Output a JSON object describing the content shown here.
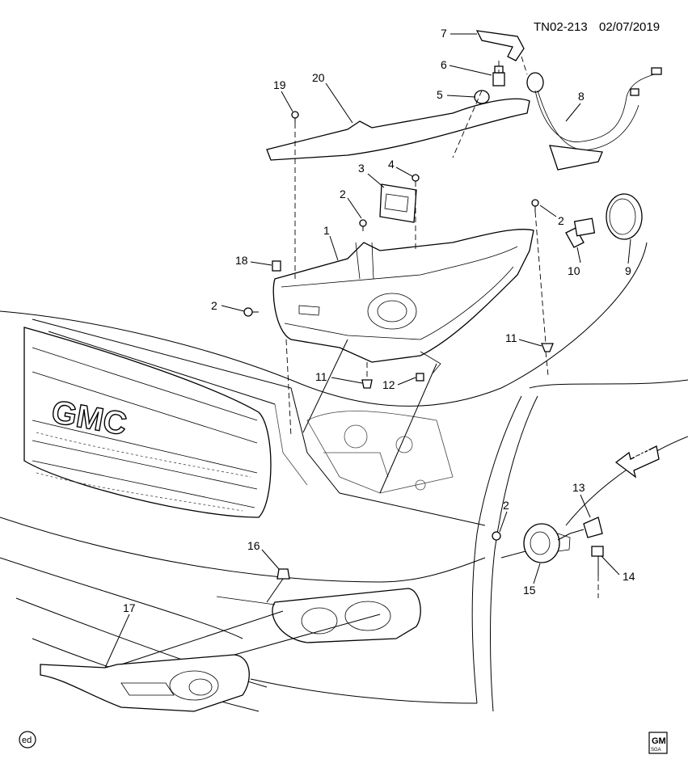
{
  "header": {
    "code": "TN02-213",
    "date": "02/07/2019"
  },
  "grille_badge": "GMC",
  "front_arrow": "FRT",
  "footer": {
    "left_mark": "ed",
    "logo_top": "GM",
    "logo_bottom": "SGA"
  },
  "callouts": [
    {
      "id": "c1",
      "label": "1"
    },
    {
      "id": "c2a",
      "label": "2"
    },
    {
      "id": "c2b",
      "label": "2"
    },
    {
      "id": "c2c",
      "label": "2"
    },
    {
      "id": "c2d",
      "label": "2"
    },
    {
      "id": "c3",
      "label": "3"
    },
    {
      "id": "c4",
      "label": "4"
    },
    {
      "id": "c5",
      "label": "5"
    },
    {
      "id": "c6",
      "label": "6"
    },
    {
      "id": "c7",
      "label": "7"
    },
    {
      "id": "c8",
      "label": "8"
    },
    {
      "id": "c9",
      "label": "9"
    },
    {
      "id": "c10",
      "label": "10"
    },
    {
      "id": "c11a",
      "label": "11"
    },
    {
      "id": "c11b",
      "label": "11"
    },
    {
      "id": "c12",
      "label": "12"
    },
    {
      "id": "c13",
      "label": "13"
    },
    {
      "id": "c14",
      "label": "14"
    },
    {
      "id": "c15",
      "label": "15"
    },
    {
      "id": "c16",
      "label": "16"
    },
    {
      "id": "c17",
      "label": "17"
    },
    {
      "id": "c18",
      "label": "18"
    },
    {
      "id": "c19",
      "label": "19"
    },
    {
      "id": "c20",
      "label": "20"
    }
  ]
}
